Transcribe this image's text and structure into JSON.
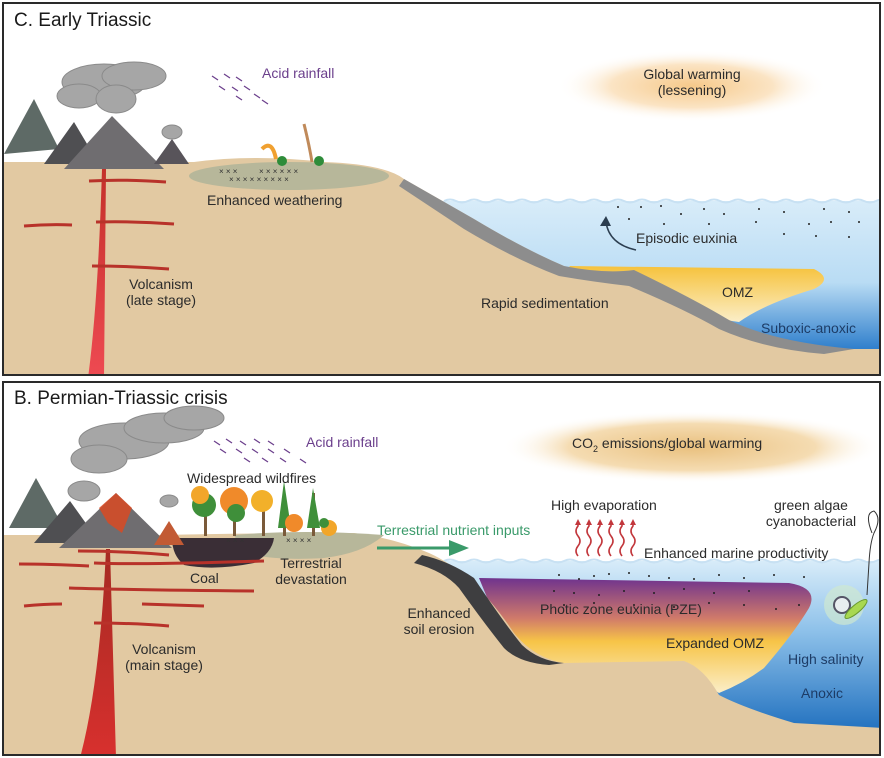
{
  "panels": {
    "early_triassic": {
      "title": "C. Early Triassic",
      "labels": {
        "acid_rainfall": "Acid rainfall",
        "global_warming_l1": "Global warming",
        "global_warming_l2": "(lessening)",
        "enhanced_weathering": "Enhanced weathering",
        "episodic_euxinia": "Episodic euxinia",
        "volcanism_l1": "Volcanism",
        "volcanism_l2": "(late stage)",
        "rapid_sedimentation": "Rapid sedimentation",
        "omz": "OMZ",
        "suboxic_anoxic": "Suboxic-anoxic"
      }
    },
    "permian_triassic": {
      "title": "B. Permian-Triassic crisis",
      "labels": {
        "acid_rainfall": "Acid rainfall",
        "co2_prefix": "CO",
        "co2_sub": "2",
        "co2_suffix": " emissions/global warming",
        "widespread_wildfires": "Widespread wildfires",
        "high_evaporation": "High evaporation",
        "green_algae": "green algae",
        "cyanobacterial": "cyanobacterial",
        "terrestrial_nutrient_inputs": "Terrestrial nutrient inputs",
        "enhanced_marine_productivity": "Enhanced marine productivity",
        "coal": "Coal",
        "terrestrial_devastation_l1": "Terrestrial",
        "terrestrial_devastation_l2": "devastation",
        "enhanced_soil_erosion_l1": "Enhanced",
        "enhanced_soil_erosion_l2": "soil erosion",
        "pze": "Photic zone euxinia (PZE)",
        "expanded_omz": "Expanded OMZ",
        "high_salinity": "High salinity",
        "anoxic": "Anoxic",
        "volcanism_l1": "Volcanism",
        "volcanism_l2": "(main stage)"
      }
    }
  },
  "colors": {
    "land": "#e2c9a2",
    "sea_light": "#cfe6f6",
    "sea_deep": "#1f6fbe",
    "omz": "#f7c447",
    "euxinia_purple": "#7a3c93",
    "sediment_gray": "#8d8d8d",
    "coal": "#3a2e36",
    "magma": "#c4302a",
    "nutrient_arrow": "#3a9a6a",
    "acid_rain": "#6b3f8c"
  }
}
